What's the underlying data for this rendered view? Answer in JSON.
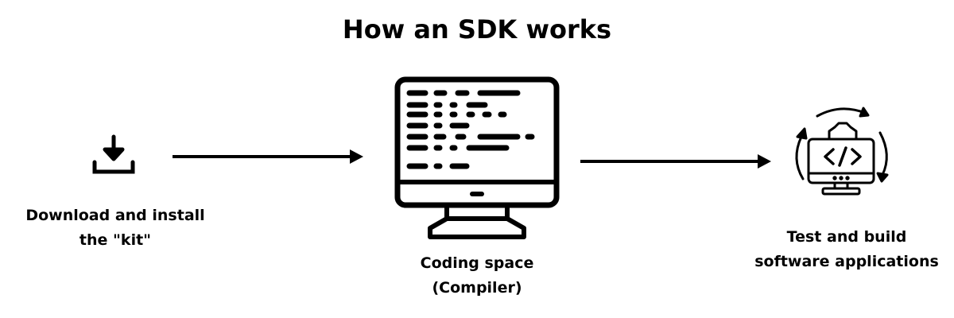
{
  "title": "How an SDK works",
  "steps": [
    {
      "label_line1": "Download and install",
      "label_line2": "the \"kit\"",
      "icon": "download-icon"
    },
    {
      "label_line1": "Coding space",
      "label_line2": "(Compiler)",
      "icon": "monitor-code-icon"
    },
    {
      "label_line1": "Test and build",
      "label_line2": "software applications",
      "icon": "build-cycle-icon"
    }
  ],
  "colors": {
    "ink": "#000000",
    "background": "#ffffff"
  }
}
